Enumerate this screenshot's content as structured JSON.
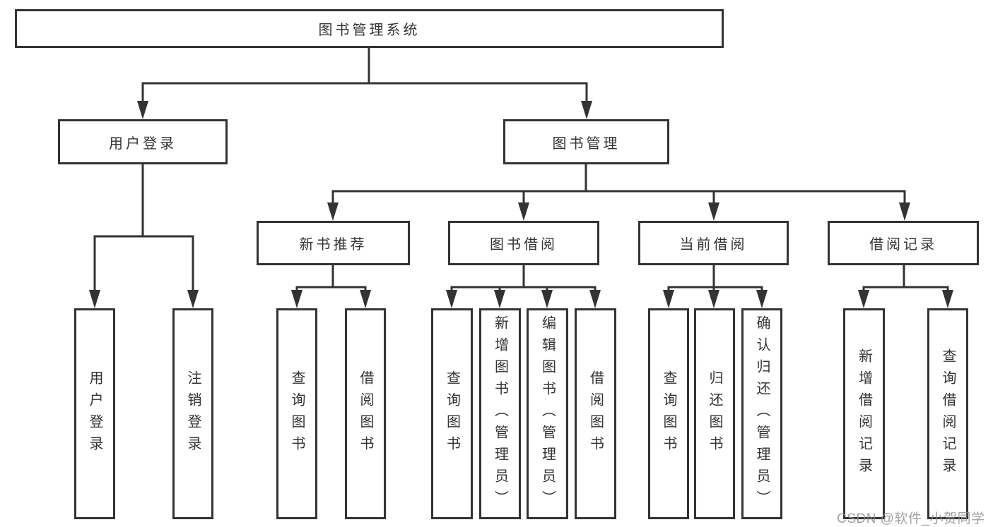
{
  "diagram": {
    "root": {
      "label": "图书管理系统",
      "children": [
        {
          "label": "用户登录",
          "children": [
            {
              "label": "用户登录"
            },
            {
              "label": "注销登录"
            }
          ]
        },
        {
          "label": "图书管理",
          "children": [
            {
              "label": "新书推荐",
              "children": [
                {
                  "label": "查询图书"
                },
                {
                  "label": "借阅图书"
                }
              ]
            },
            {
              "label": "图书借阅",
              "children": [
                {
                  "label": "查询图书"
                },
                {
                  "label": "新增图书（管理员）"
                },
                {
                  "label": "编辑图书（管理员）"
                },
                {
                  "label": "借阅图书"
                }
              ]
            },
            {
              "label": "当前借阅",
              "children": [
                {
                  "label": "查询图书"
                },
                {
                  "label": "归还图书"
                },
                {
                  "label": "确认归还（管理员）"
                }
              ]
            },
            {
              "label": "借阅记录",
              "children": [
                {
                  "label": "新增借阅记录"
                },
                {
                  "label": "查询借阅记录"
                }
              ]
            }
          ]
        }
      ]
    },
    "watermark": {
      "text": "CSDN @软件_小贺同学"
    },
    "colors": {
      "line": "#333333",
      "box_border": "#333333",
      "text": "#333333",
      "watermark": "#919191",
      "background": "#ffffff"
    }
  }
}
